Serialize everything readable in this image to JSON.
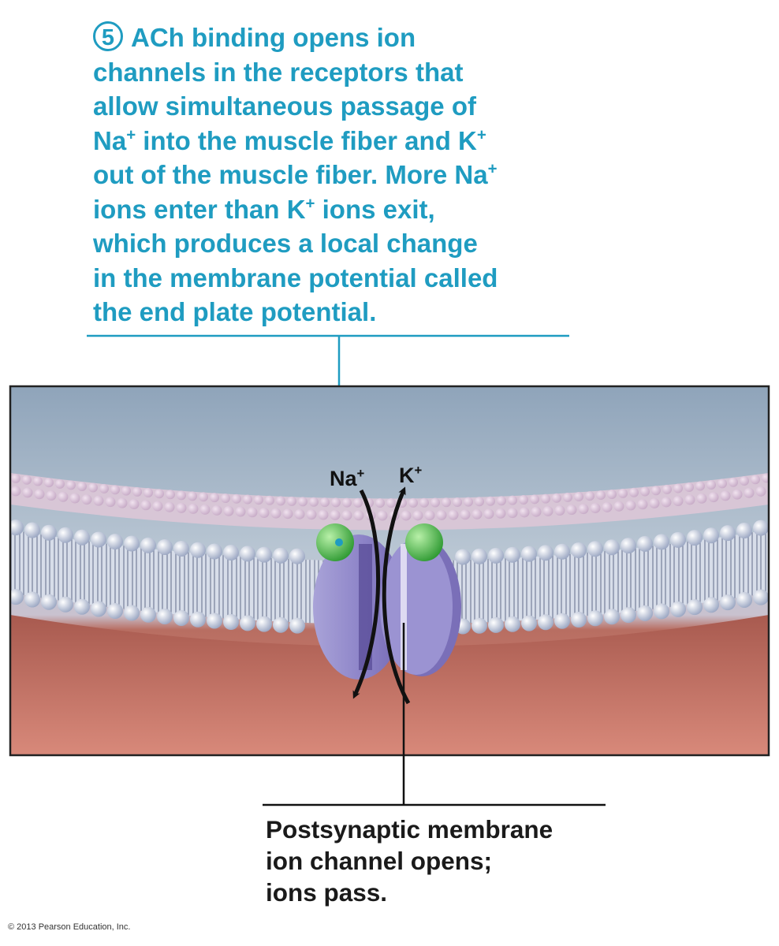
{
  "step": {
    "number": "5",
    "lines": [
      {
        "pre": "ACh binding opens ion"
      },
      {
        "pre": "channels in the receptors that"
      },
      {
        "pre": "allow simultaneous passage of"
      },
      {
        "pre": "Na",
        "sup": "+",
        "post": " into the muscle fiber and K",
        "sup2": "+"
      },
      {
        "pre": "out of the muscle fiber. More Na",
        "sup": "+"
      },
      {
        "pre": "ions enter than K",
        "sup": "+",
        "post": " ions exit,"
      },
      {
        "pre": "which produces a local change"
      },
      {
        "pre": "in the membrane potential called"
      },
      {
        "pre": "the end plate potential."
      }
    ]
  },
  "ions": {
    "na": {
      "symbol": "Na",
      "charge": "+"
    },
    "k": {
      "symbol": "K",
      "charge": "+"
    }
  },
  "caption": {
    "lines": [
      "Postsynaptic membrane",
      "ion channel opens;",
      "ions pass."
    ]
  },
  "copyright": "© 2013 Pearson Education, Inc.",
  "colors": {
    "accent": "#1f9cc1",
    "extracellular": "#9fb2c6",
    "cytoplasm": "#c4705f",
    "channel": "#8b83c8",
    "ach_receptor": "#3fae3f"
  }
}
